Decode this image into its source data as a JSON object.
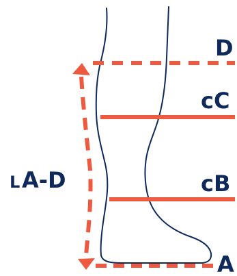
{
  "labels": {
    "d": "D",
    "c_c": "cC",
    "c_b": "cB",
    "a": "A",
    "l_small": "L",
    "l_range": "A-D"
  },
  "colors": {
    "accent": "#EE5A3F",
    "ink": "#0F2A5A",
    "background": "#FFFFFF"
  }
}
